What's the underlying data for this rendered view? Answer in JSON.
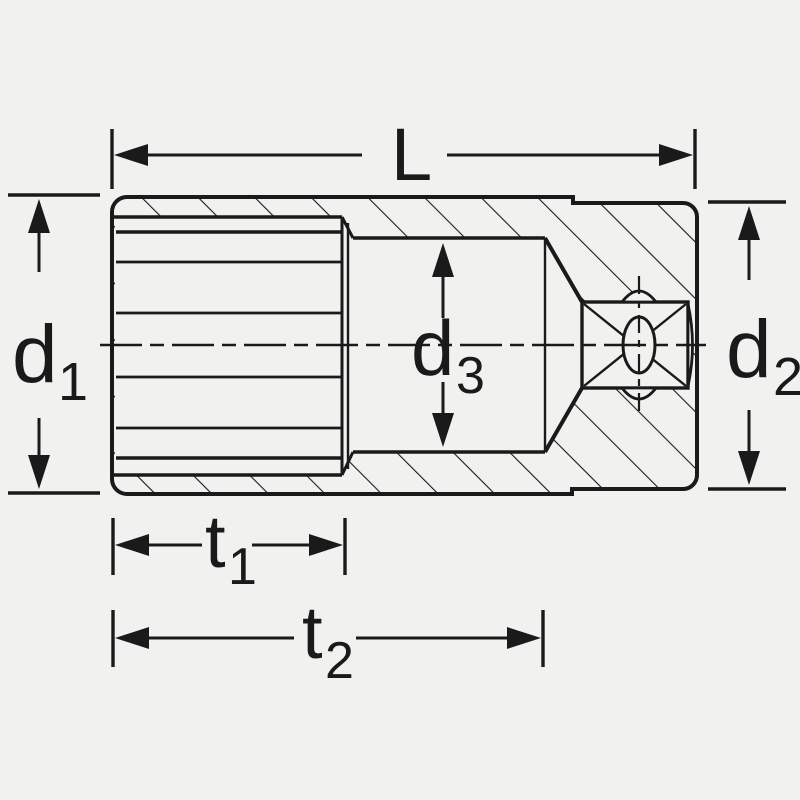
{
  "diagram": {
    "description": "Cross-section technical drawing of a deep socket with dimension callouts",
    "colors": {
      "background": "#f1f1ef",
      "ink": "#1a1a1a"
    },
    "dimensions": {
      "length": {
        "label": "L"
      },
      "d1": {
        "base": "d",
        "sub": "1"
      },
      "d2": {
        "base": "d",
        "sub": "2"
      },
      "d3": {
        "base": "d",
        "sub": "3"
      },
      "t1": {
        "base": "t",
        "sub": "1"
      },
      "t2": {
        "base": "t",
        "sub": "2"
      }
    }
  }
}
